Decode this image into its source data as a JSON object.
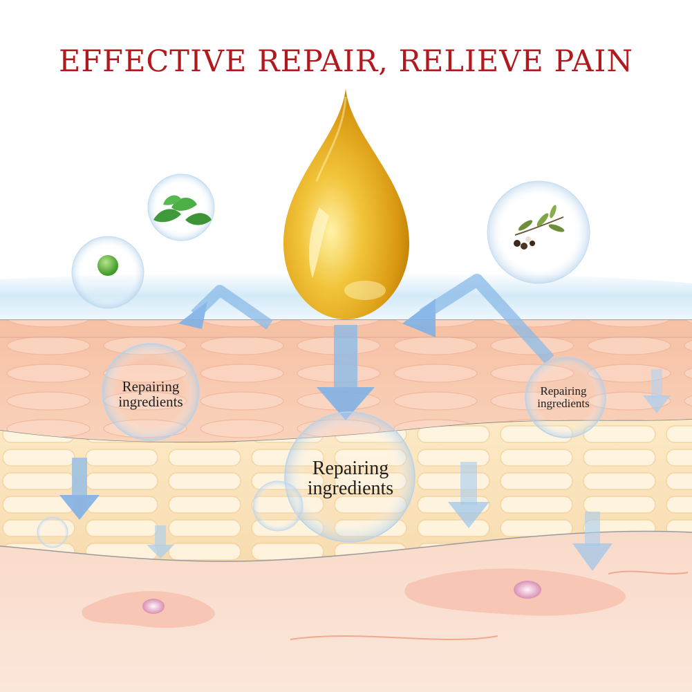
{
  "headline": "EFFECTIVE REPAIR, RELIEVE PAIN",
  "bubbles": [
    {
      "label": "Repairing\ningredients"
    },
    {
      "label": "Repairing\ningredients"
    },
    {
      "label": "Repairing\ningredients"
    }
  ],
  "colors": {
    "headline": "#b01a1f",
    "oil_drop": "#e0a418",
    "arrows": "#7fb2e6",
    "water_layer": "#d5ebf8",
    "epidermis": "#f7c5aa",
    "dermis": "#fbe4bd",
    "deep_tissue": "#f8d3c2"
  },
  "icons": [
    "mint-leaf-bubble-icon",
    "green-pill-bubble-icon",
    "olive-branch-bubble-icon",
    "oil-drop-icon"
  ]
}
